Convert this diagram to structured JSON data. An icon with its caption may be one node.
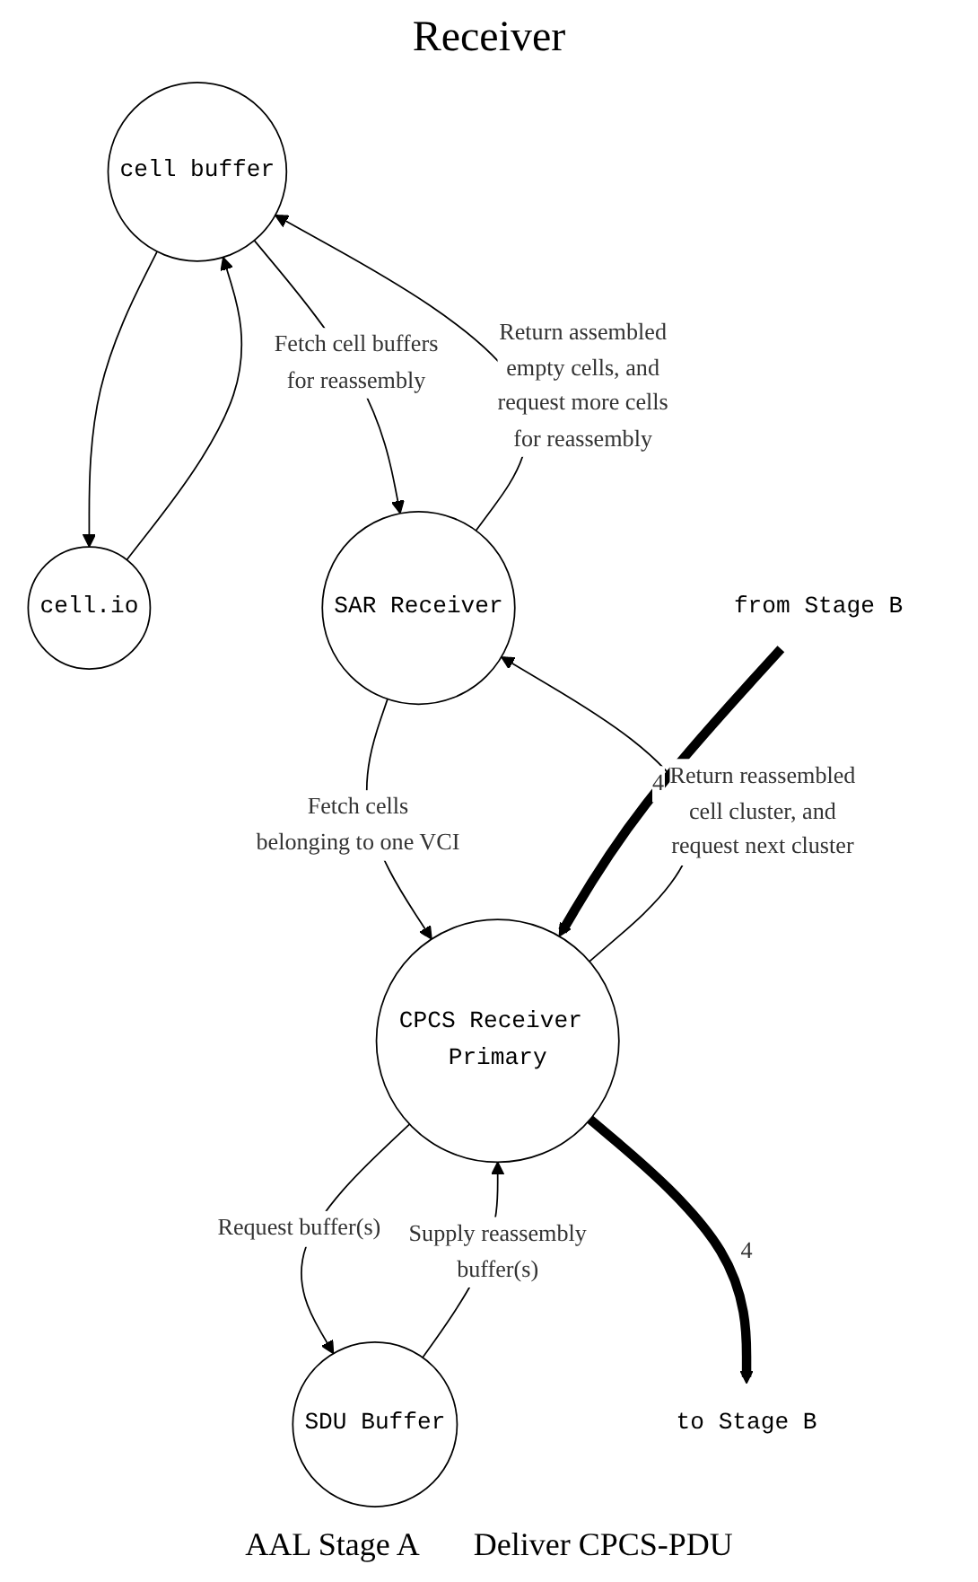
{
  "diagram": {
    "title": "Receiver",
    "nodes": [
      {
        "text": [
          "cell buffer"
        ]
      },
      {
        "text": [
          "cell.io"
        ]
      },
      {
        "text": [
          "SAR Receiver"
        ]
      },
      {
        "text": [
          "CPCS Receiver Primary"
        ]
      },
      {
        "text": [
          "SDU Buffer"
        ]
      },
      {
        "text": [
          "to Stage B"
        ]
      },
      {
        "text": [
          "from Stage B"
        ]
      }
    ],
    "edges": [
      {
        "from": 0,
        "to": 1,
        "arrow": "to"
      },
      {
        "from": 1,
        "to": 0,
        "arrow": "to"
      },
      {
        "from": 0,
        "to": 2,
        "arrow": "to",
        "label": "Fetch cell buffers for reassembly"
      },
      {
        "from": 2,
        "to": 0,
        "arrow": "to",
        "label": "Return assembled empty cells, and request more cells for reassembly"
      },
      {
        "from": 2,
        "to": 3,
        "arrow": "to",
        "label": "Fetch cells belonging to one VCI"
      },
      {
        "from": 3,
        "to": 2,
        "arrow": "to",
        "label": "Return reassembled cell cluster, and request next cluster"
      },
      {
        "from": 3,
        "to": 4,
        "arrow": "to",
        "label": "Request buffer(s)"
      },
      {
        "from": 4,
        "to": 3,
        "arrow": "to",
        "label": "Supply reassembly buffer(s)"
      },
      {
        "from": 3,
        "to": 5,
        "arrow": "to",
        "label": "4",
        "style": "thick"
      },
      {
        "from": 6,
        "to": 3,
        "arrow": "to",
        "label": "4",
        "style": "thick"
      }
    ],
    "labels": [
      "AAL Stage A",
      "Deliver CPCS-PDU"
    ]
  }
}
